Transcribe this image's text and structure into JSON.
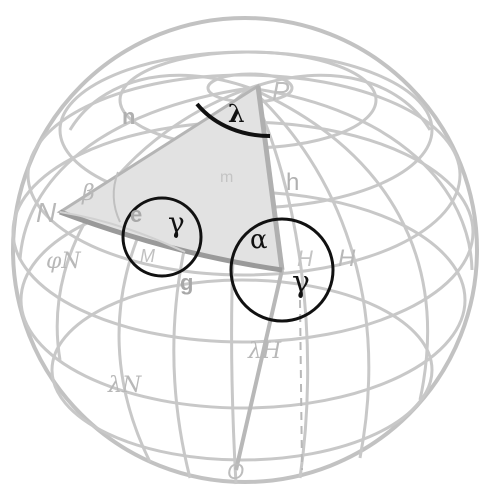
{
  "diagram": {
    "labels": {
      "pole": "P",
      "n": "n",
      "lambda": "λ",
      "h": "h",
      "m": "m",
      "node_n": "N",
      "beta": "β",
      "e": "e",
      "gamma_small": "γ",
      "phi_n": "φN",
      "m_small": "M",
      "g": "g",
      "alpha": "α",
      "gamma_large": "γ",
      "h_point": "H",
      "h_side": "H",
      "lambda_h": "λH",
      "lambda_n": "λN",
      "o_point": "O"
    },
    "colors": {
      "grid": "#c4c4c4",
      "shade": "#e2e2e2",
      "ink": "#111111",
      "faint": "#b5b5b5"
    }
  }
}
